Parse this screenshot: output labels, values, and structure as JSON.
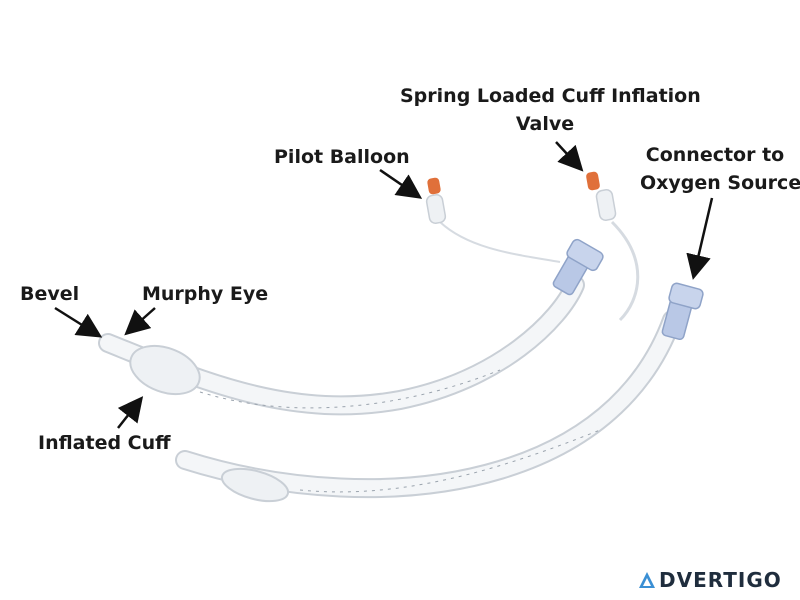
{
  "labels": {
    "spring_valve_line1": "Spring Loaded Cuff Inflation",
    "spring_valve_line2": "Valve",
    "pilot_balloon": "Pilot Balloon",
    "connector_line1": "Connector to",
    "connector_line2": "Oxygen Source",
    "bevel": "Bevel",
    "murphy_eye": "Murphy Eye",
    "inflated_cuff": "Inflated Cuff"
  },
  "watermark": {
    "text": "DVERTIGO",
    "accent_color": "#3a8fd4",
    "text_color": "#1f2d3d"
  },
  "colors": {
    "tube": "#f4f6f8",
    "tube_outline": "#c9cfd6",
    "connector": "#b9c8e6",
    "pilot_tip": "#e0703a",
    "arrow": "#111111"
  }
}
